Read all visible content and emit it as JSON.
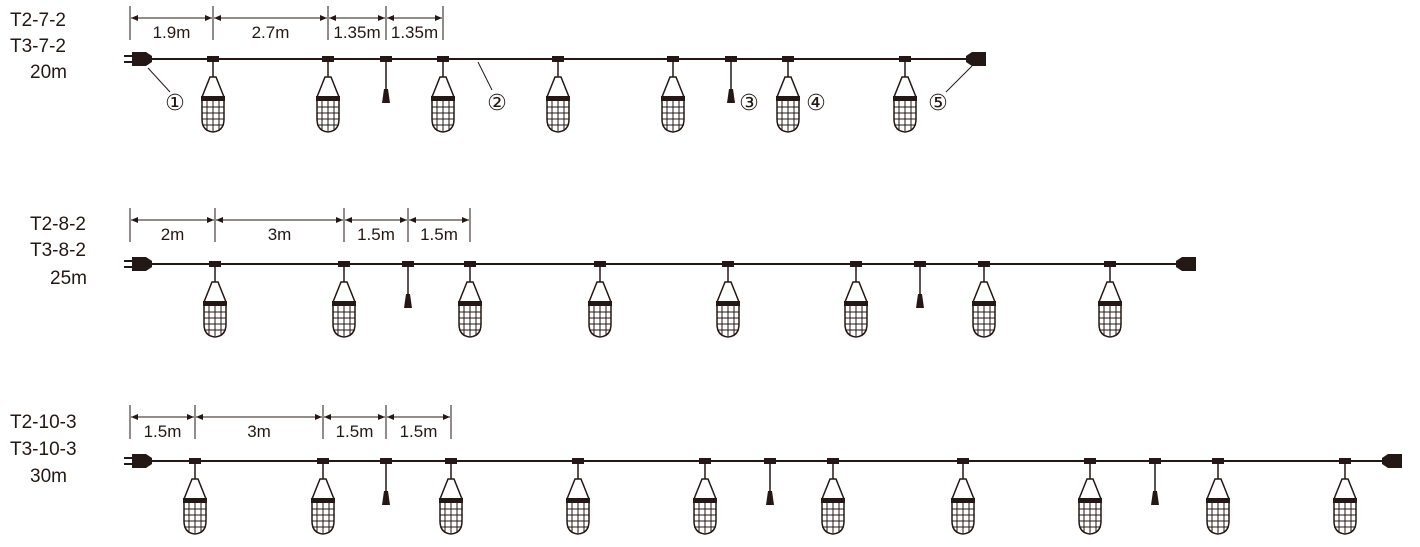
{
  "layouts": [
    {
      "model_lines": [
        "T2-7-2",
        "T3-7-2"
      ],
      "length": "20m",
      "dims": [
        "1.9m",
        "2.7m",
        "1.35m",
        "1.35m"
      ],
      "sequence": [
        "L",
        "L",
        "S",
        "L",
        "L",
        "L",
        "S",
        "L",
        "L"
      ],
      "callouts": [
        "①",
        "②",
        "③",
        "④",
        "⑤"
      ]
    },
    {
      "model_lines": [
        "T2-8-2",
        "T3-8-2"
      ],
      "length": "25m",
      "dims": [
        "2m",
        "3m",
        "1.5m",
        "1.5m"
      ],
      "sequence": [
        "L",
        "L",
        "S",
        "L",
        "L",
        "L",
        "L",
        "S",
        "L",
        "L"
      ],
      "callouts": []
    },
    {
      "model_lines": [
        "T2-10-3",
        "T3-10-3"
      ],
      "length": "30m",
      "dims": [
        "1.5m",
        "3m",
        "1.5m",
        "1.5m"
      ],
      "sequence": [
        "L",
        "L",
        "S",
        "L",
        "L",
        "L",
        "S",
        "L",
        "L",
        "L",
        "S",
        "L",
        "L"
      ],
      "callouts": []
    }
  ]
}
